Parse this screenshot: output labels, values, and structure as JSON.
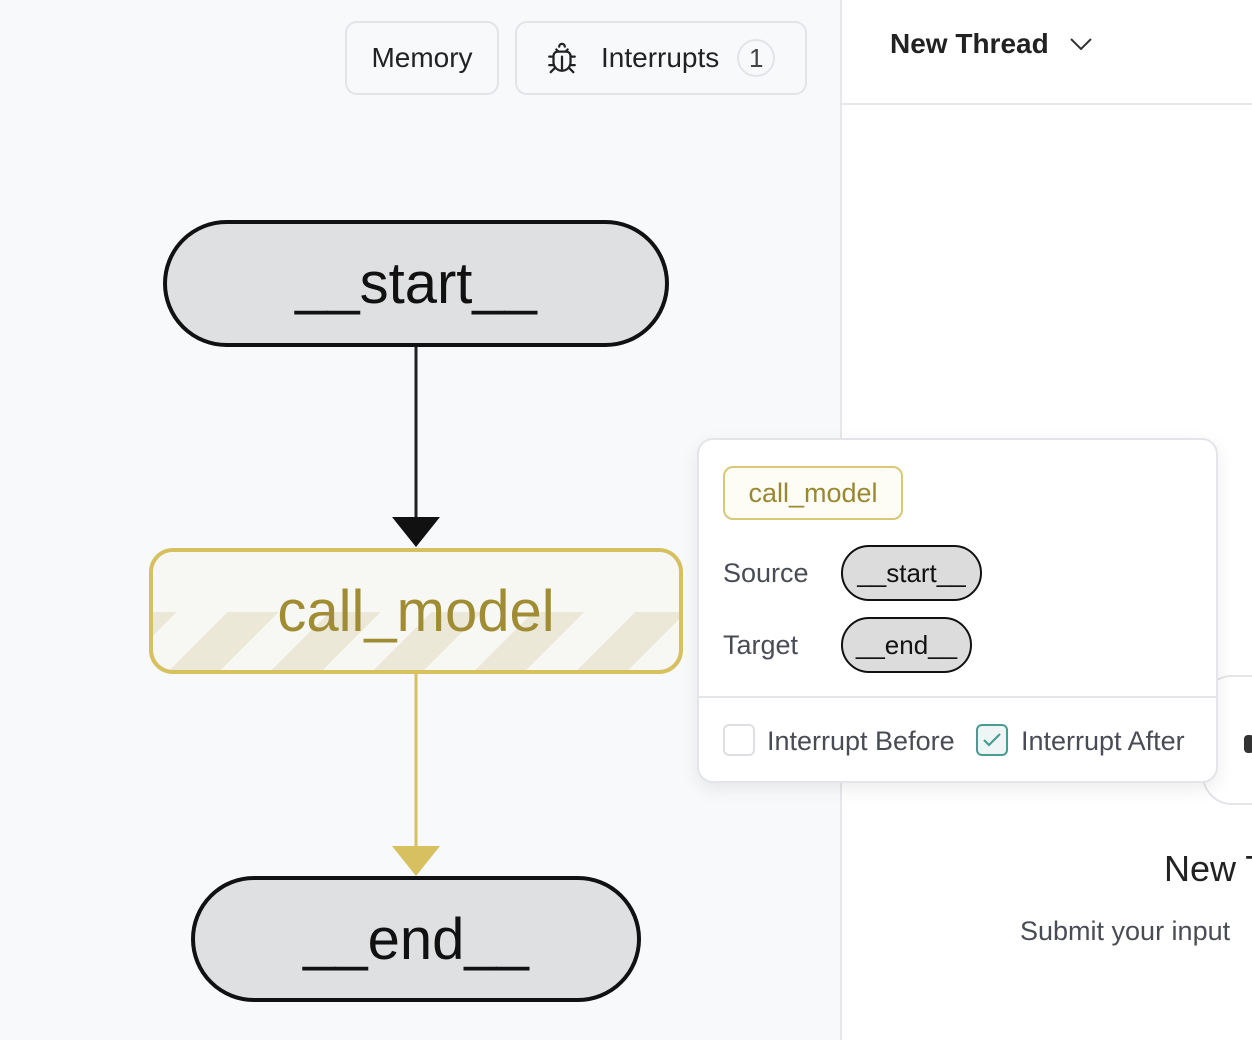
{
  "toolbar": {
    "memory_label": "Memory",
    "interrupts_label": "Interrupts",
    "interrupts_count": "1",
    "bug_icon": "bug-icon"
  },
  "graph": {
    "nodes": [
      {
        "label": "__start__"
      },
      {
        "label": "call_model",
        "status": "interrupted",
        "color": "#c9b75a"
      },
      {
        "label": "__end__"
      }
    ],
    "edges": [
      {
        "from": "__start__",
        "to": "call_model",
        "color": "#222222"
      },
      {
        "from": "call_model",
        "to": "__end__",
        "color": "#d6c060"
      }
    ]
  },
  "popover": {
    "node_name": "call_model",
    "source_label": "Source",
    "source_value": "__start__",
    "target_label": "Target",
    "target_value": "__end__",
    "interrupt_before": {
      "label": "Interrupt Before",
      "checked": false
    },
    "interrupt_after": {
      "label": "Interrupt After",
      "checked": true
    },
    "check_color": "#4a9a95"
  },
  "thread_panel": {
    "title": "New Thread",
    "empty_title": "New T",
    "empty_subtitle": "Submit your input"
  }
}
